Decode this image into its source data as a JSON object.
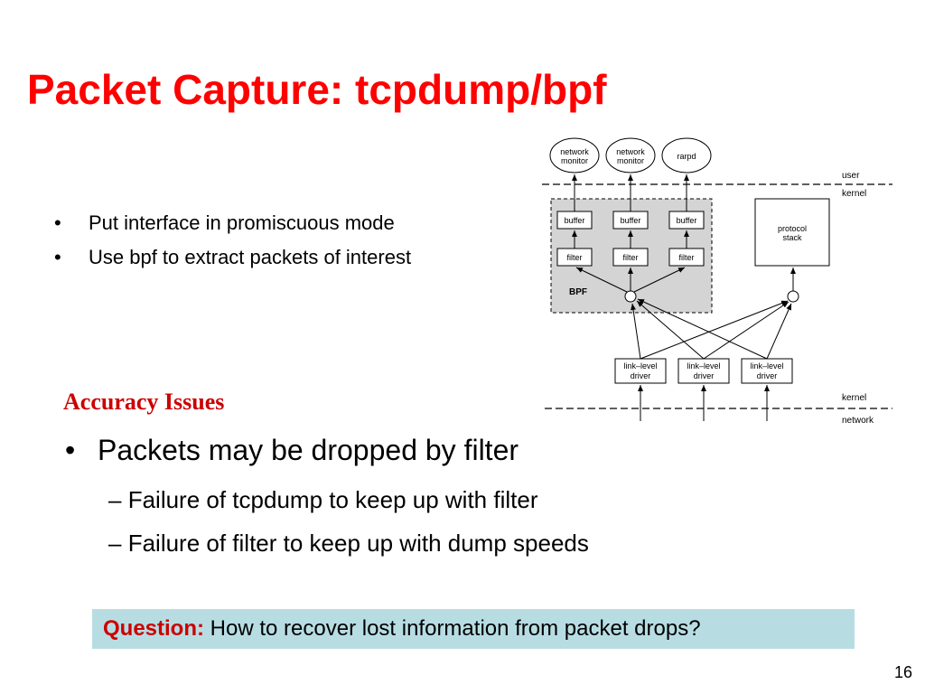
{
  "slide": {
    "title": "Packet Capture: tcpdump/bpf",
    "bullets": [
      "Put interface in promiscuous mode",
      "Use bpf to extract packets of interest"
    ],
    "section_heading": "Accuracy Issues",
    "main_point": "Packets may be dropped by filter",
    "sub_points": [
      "Failure of tcpdump to keep up with filter",
      "Failure of filter to keep up with dump speeds"
    ],
    "question_label": "Question:",
    "question_text": "How to recover lost information from packet drops?",
    "page_number": "16",
    "bullet_glyph": "•",
    "dash_glyph": "–"
  },
  "diagram": {
    "apps": [
      {
        "line1": "network",
        "line2": "monitor"
      },
      {
        "line1": "network",
        "line2": "monitor"
      },
      {
        "line1": "rarpd",
        "line2": ""
      }
    ],
    "buffer_label": "buffer",
    "filter_label": "filter",
    "bpf_label": "BPF",
    "protocol_line1": "protocol",
    "protocol_line2": "stack",
    "driver_line1": "link–level",
    "driver_line2": "driver",
    "user_label": "user",
    "kernel_label": "kernel",
    "kernel_label2": "kernel",
    "network_label": "network"
  },
  "colors": {
    "title": "#ff0000",
    "heading": "#cc0000",
    "question_box": "#b7dde3",
    "bpf_fill": "#d4d4d4"
  }
}
